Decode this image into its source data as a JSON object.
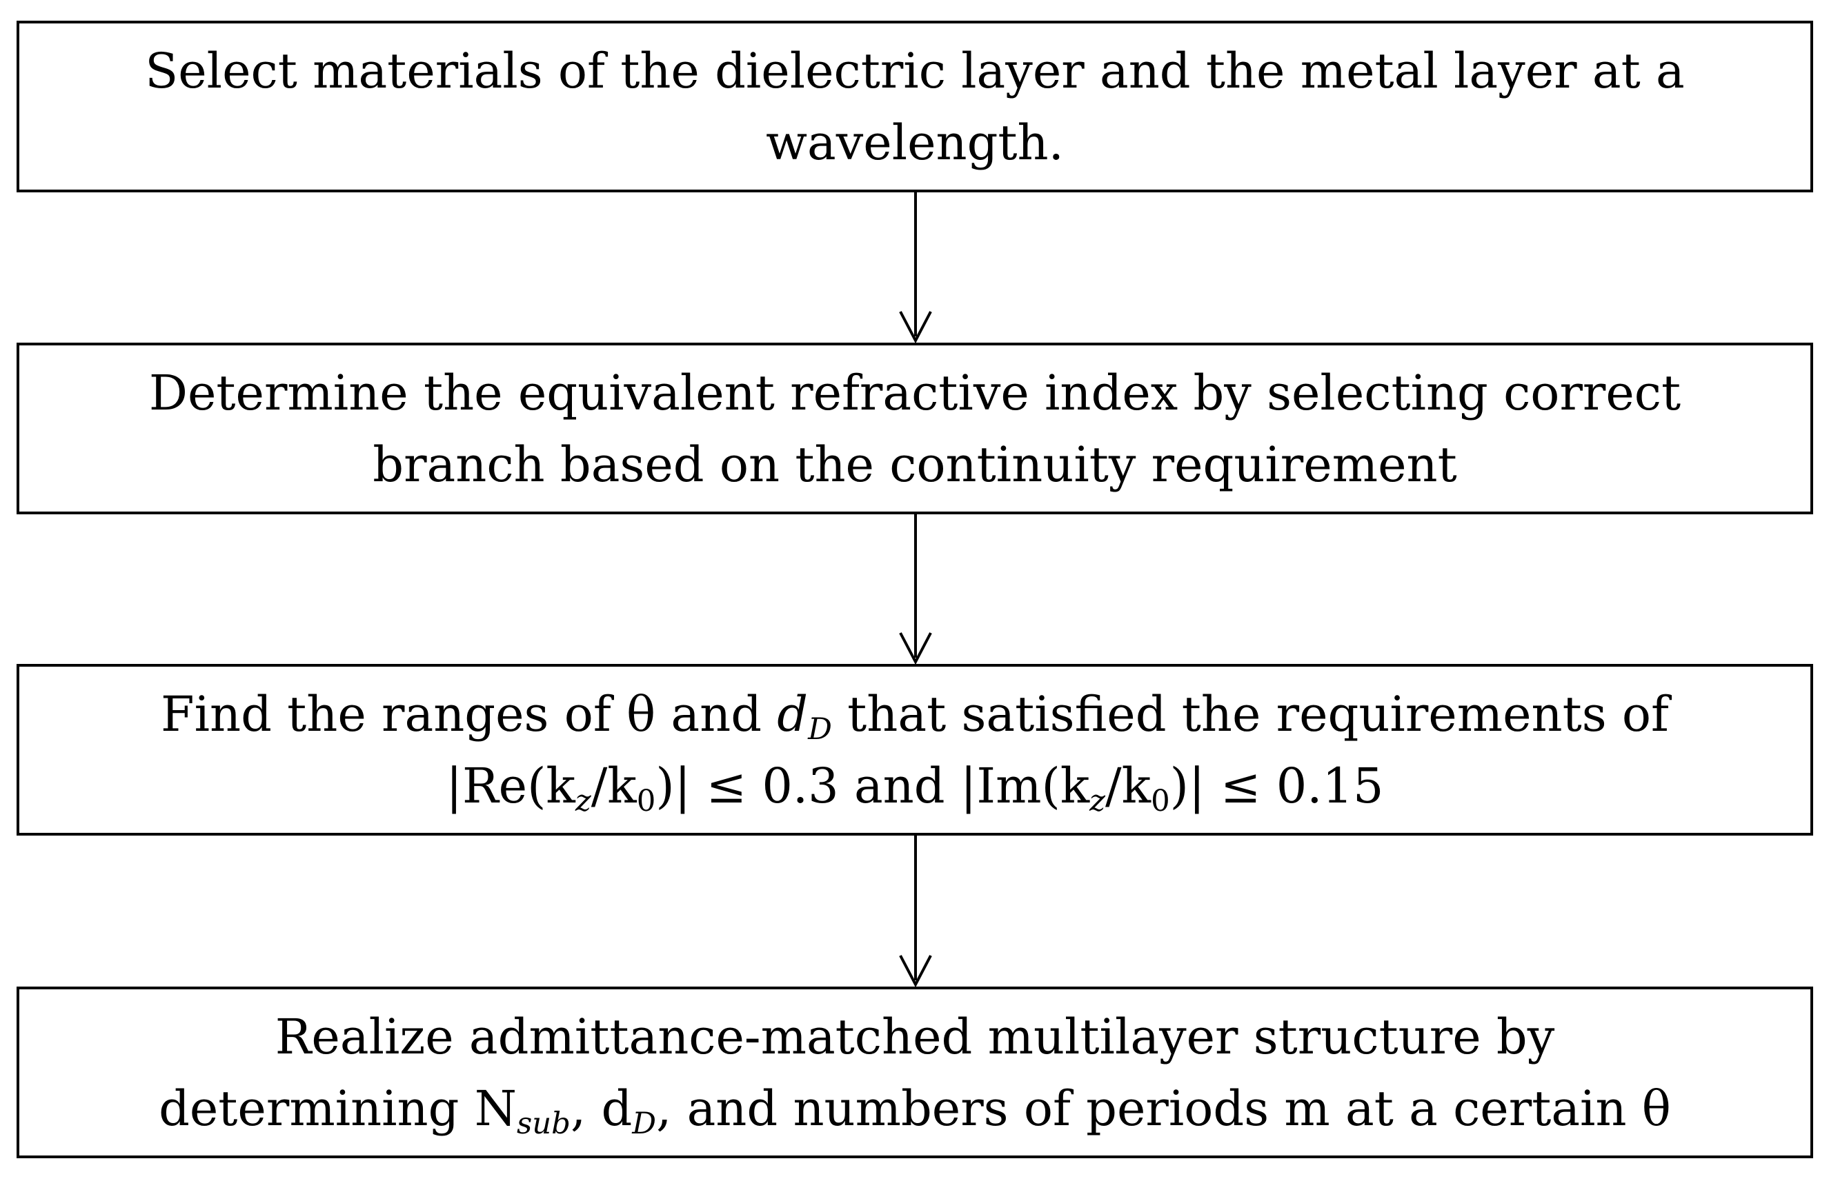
{
  "boxes": [
    {
      "line1": "Select materials of the dielectric layer and the metal layer at a",
      "line2": "wavelength."
    },
    {
      "line1": "Determine the equivalent refractive index by selecting correct",
      "line2": "branch based on the continuity requirement"
    },
    {
      "line1_a": "Find the ranges of θ and ",
      "line1_d": "d",
      "line1_d_sub": "D",
      "line1_b": " that satisfied the requirements of",
      "line2_a": "|Re(k",
      "line2_z1": "z",
      "line2_b": "/k",
      "line2_01": "0",
      "line2_c": ")| ≤ 0.3 and |Im(k",
      "line2_z2": "z",
      "line2_d": "/k",
      "line2_02": "0",
      "line2_e": ")| ≤ 0.15"
    },
    {
      "line1": "Realize admittance-matched multilayer structure by",
      "line2_a": "determining  N",
      "line2_sub1": "sub",
      "line2_b": ", d",
      "line2_sub2": "D",
      "line2_c": ", and numbers of periods m at a certain θ"
    }
  ]
}
